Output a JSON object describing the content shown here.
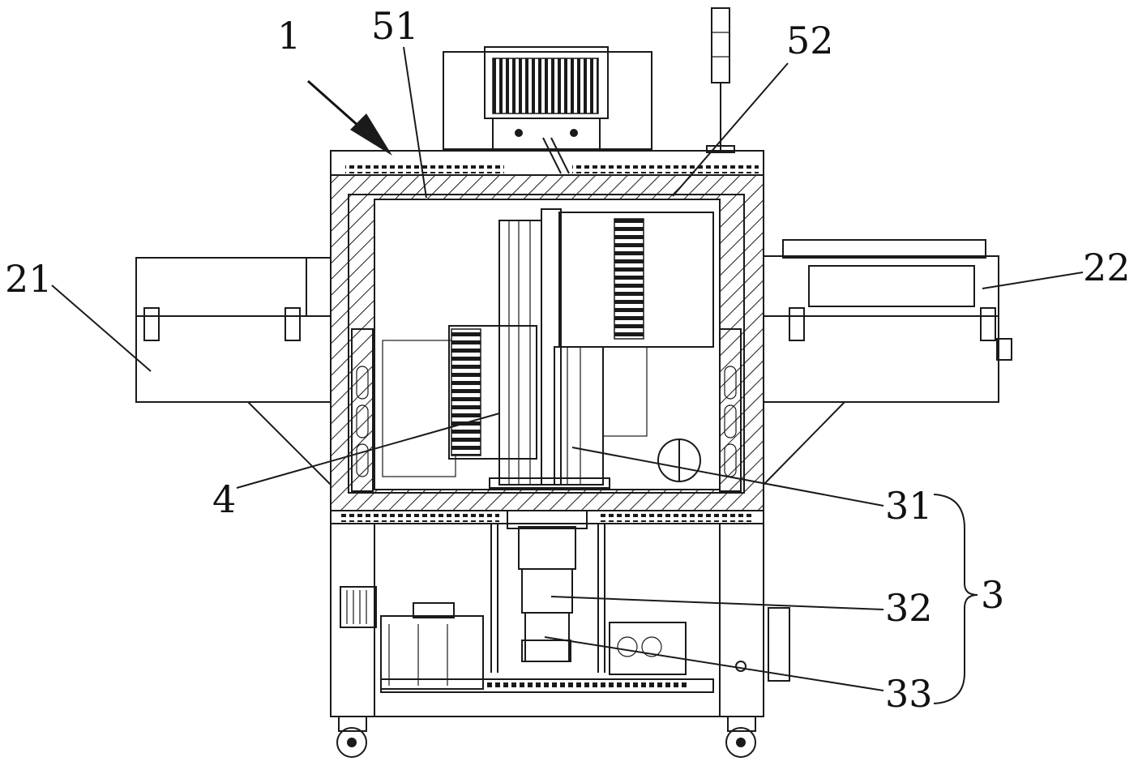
{
  "labels": {
    "l1": "1",
    "l51": "51",
    "l52": "52",
    "l21": "21",
    "l22": "22",
    "l4": "4",
    "l31": "31",
    "l32": "32",
    "l33": "33",
    "l3": "3"
  }
}
